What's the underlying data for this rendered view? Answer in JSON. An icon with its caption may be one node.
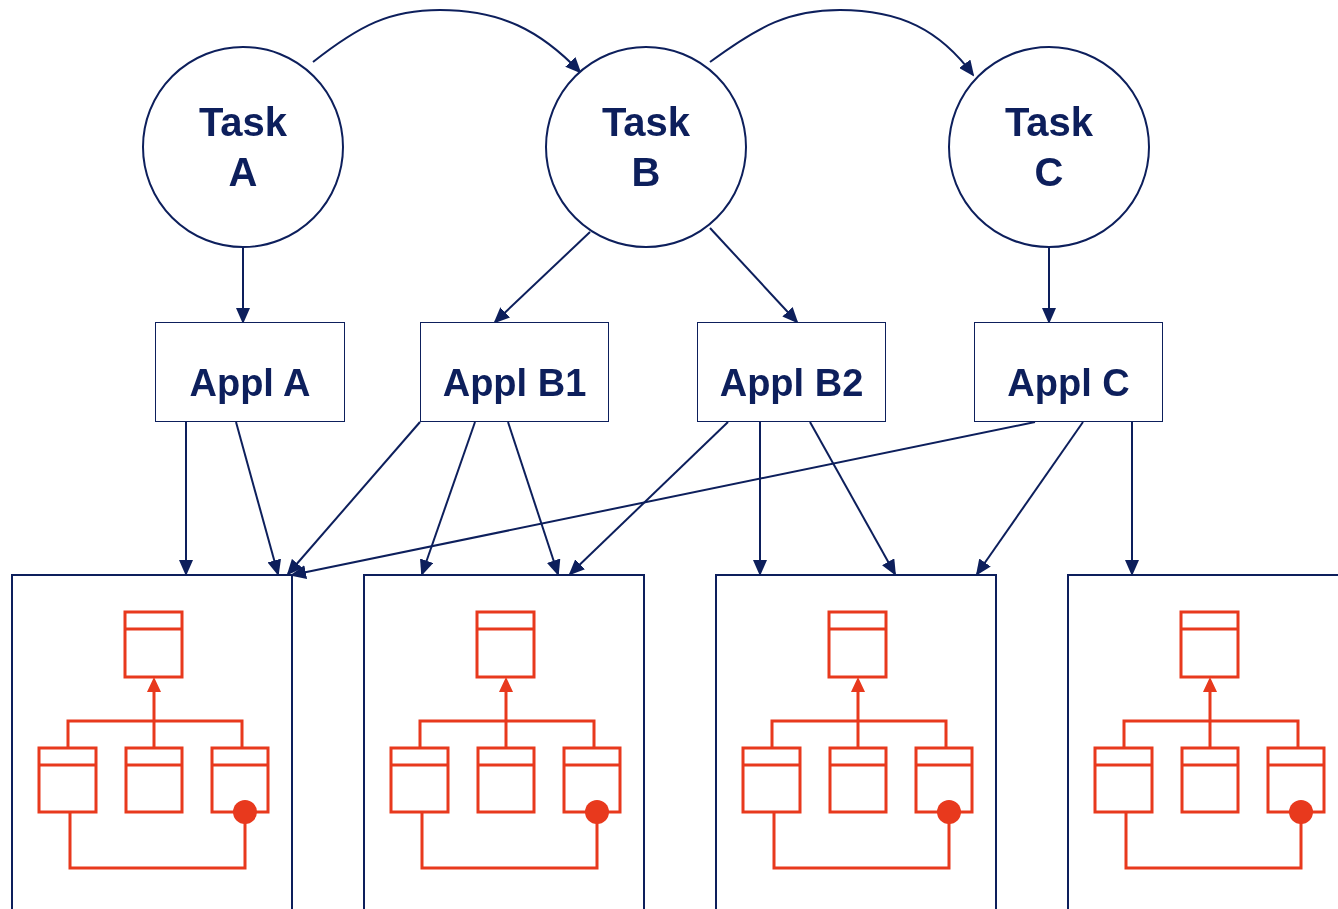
{
  "diagram": {
    "nodes": [
      {
        "text": [
          "Task A"
        ]
      },
      {
        "text": [
          "Task B"
        ]
      },
      {
        "text": [
          "Task C"
        ]
      },
      {
        "text": [
          "Appl A"
        ]
      },
      {
        "text": [
          "Appl B1"
        ]
      },
      {
        "text": [
          "Appl B2"
        ]
      },
      {
        "text": [
          "Appl C"
        ]
      },
      {
        "text": [],
        "shape": "box"
      },
      {
        "text": [],
        "shape": "box"
      },
      {
        "text": [],
        "shape": "box"
      },
      {
        "text": [],
        "shape": "box"
      }
    ],
    "edges": [
      {
        "from": 0,
        "to": 1,
        "arrow": "to"
      },
      {
        "from": 1,
        "to": 2,
        "arrow": "to"
      },
      {
        "from": 0,
        "to": 3,
        "arrow": "to"
      },
      {
        "from": 1,
        "to": 4,
        "arrow": "to"
      },
      {
        "from": 1,
        "to": 5,
        "arrow": "to"
      },
      {
        "from": 2,
        "to": 6,
        "arrow": "to"
      },
      {
        "from": 3,
        "to": 7,
        "arrow": "to"
      },
      {
        "from": 3,
        "to": 7,
        "arrow": "to"
      },
      {
        "from": 4,
        "to": 7,
        "arrow": "to"
      },
      {
        "from": 4,
        "to": 8,
        "arrow": "to"
      },
      {
        "from": 4,
        "to": 8,
        "arrow": "to"
      },
      {
        "from": 5,
        "to": 8,
        "arrow": "to"
      },
      {
        "from": 5,
        "to": 9,
        "arrow": "to"
      },
      {
        "from": 5,
        "to": 9,
        "arrow": "to"
      },
      {
        "from": 6,
        "to": 7,
        "arrow": "to"
      },
      {
        "from": 6,
        "to": 9,
        "arrow": "to"
      },
      {
        "from": 6,
        "to": 10,
        "arrow": "to"
      }
    ]
  }
}
